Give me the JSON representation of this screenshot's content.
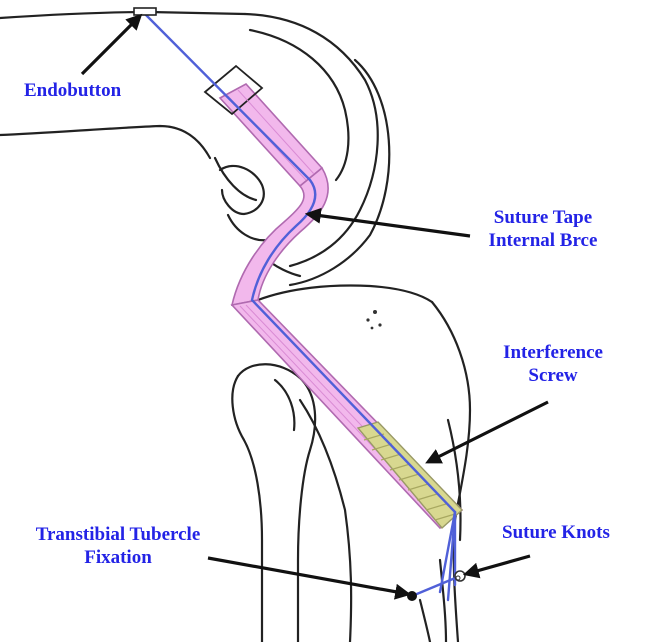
{
  "colors": {
    "label": "#2323e6",
    "bone_outline": "#222222",
    "graft": "#f2b8ec",
    "graft_edge": "#b06ab0",
    "suture": "#5060d8",
    "screw": "#d8d890",
    "arrow": "#111111"
  },
  "labels": {
    "endobutton": "Endobutton",
    "suture_tape_1": "Suture Tape",
    "suture_tape_2": "Internal Brce",
    "interference_1": "Interference",
    "interference_2": "Screw",
    "suture_knots": "Suture Knots",
    "transtibial_1": "Transtibial Tubercle",
    "transtibial_2": "Fixation"
  }
}
